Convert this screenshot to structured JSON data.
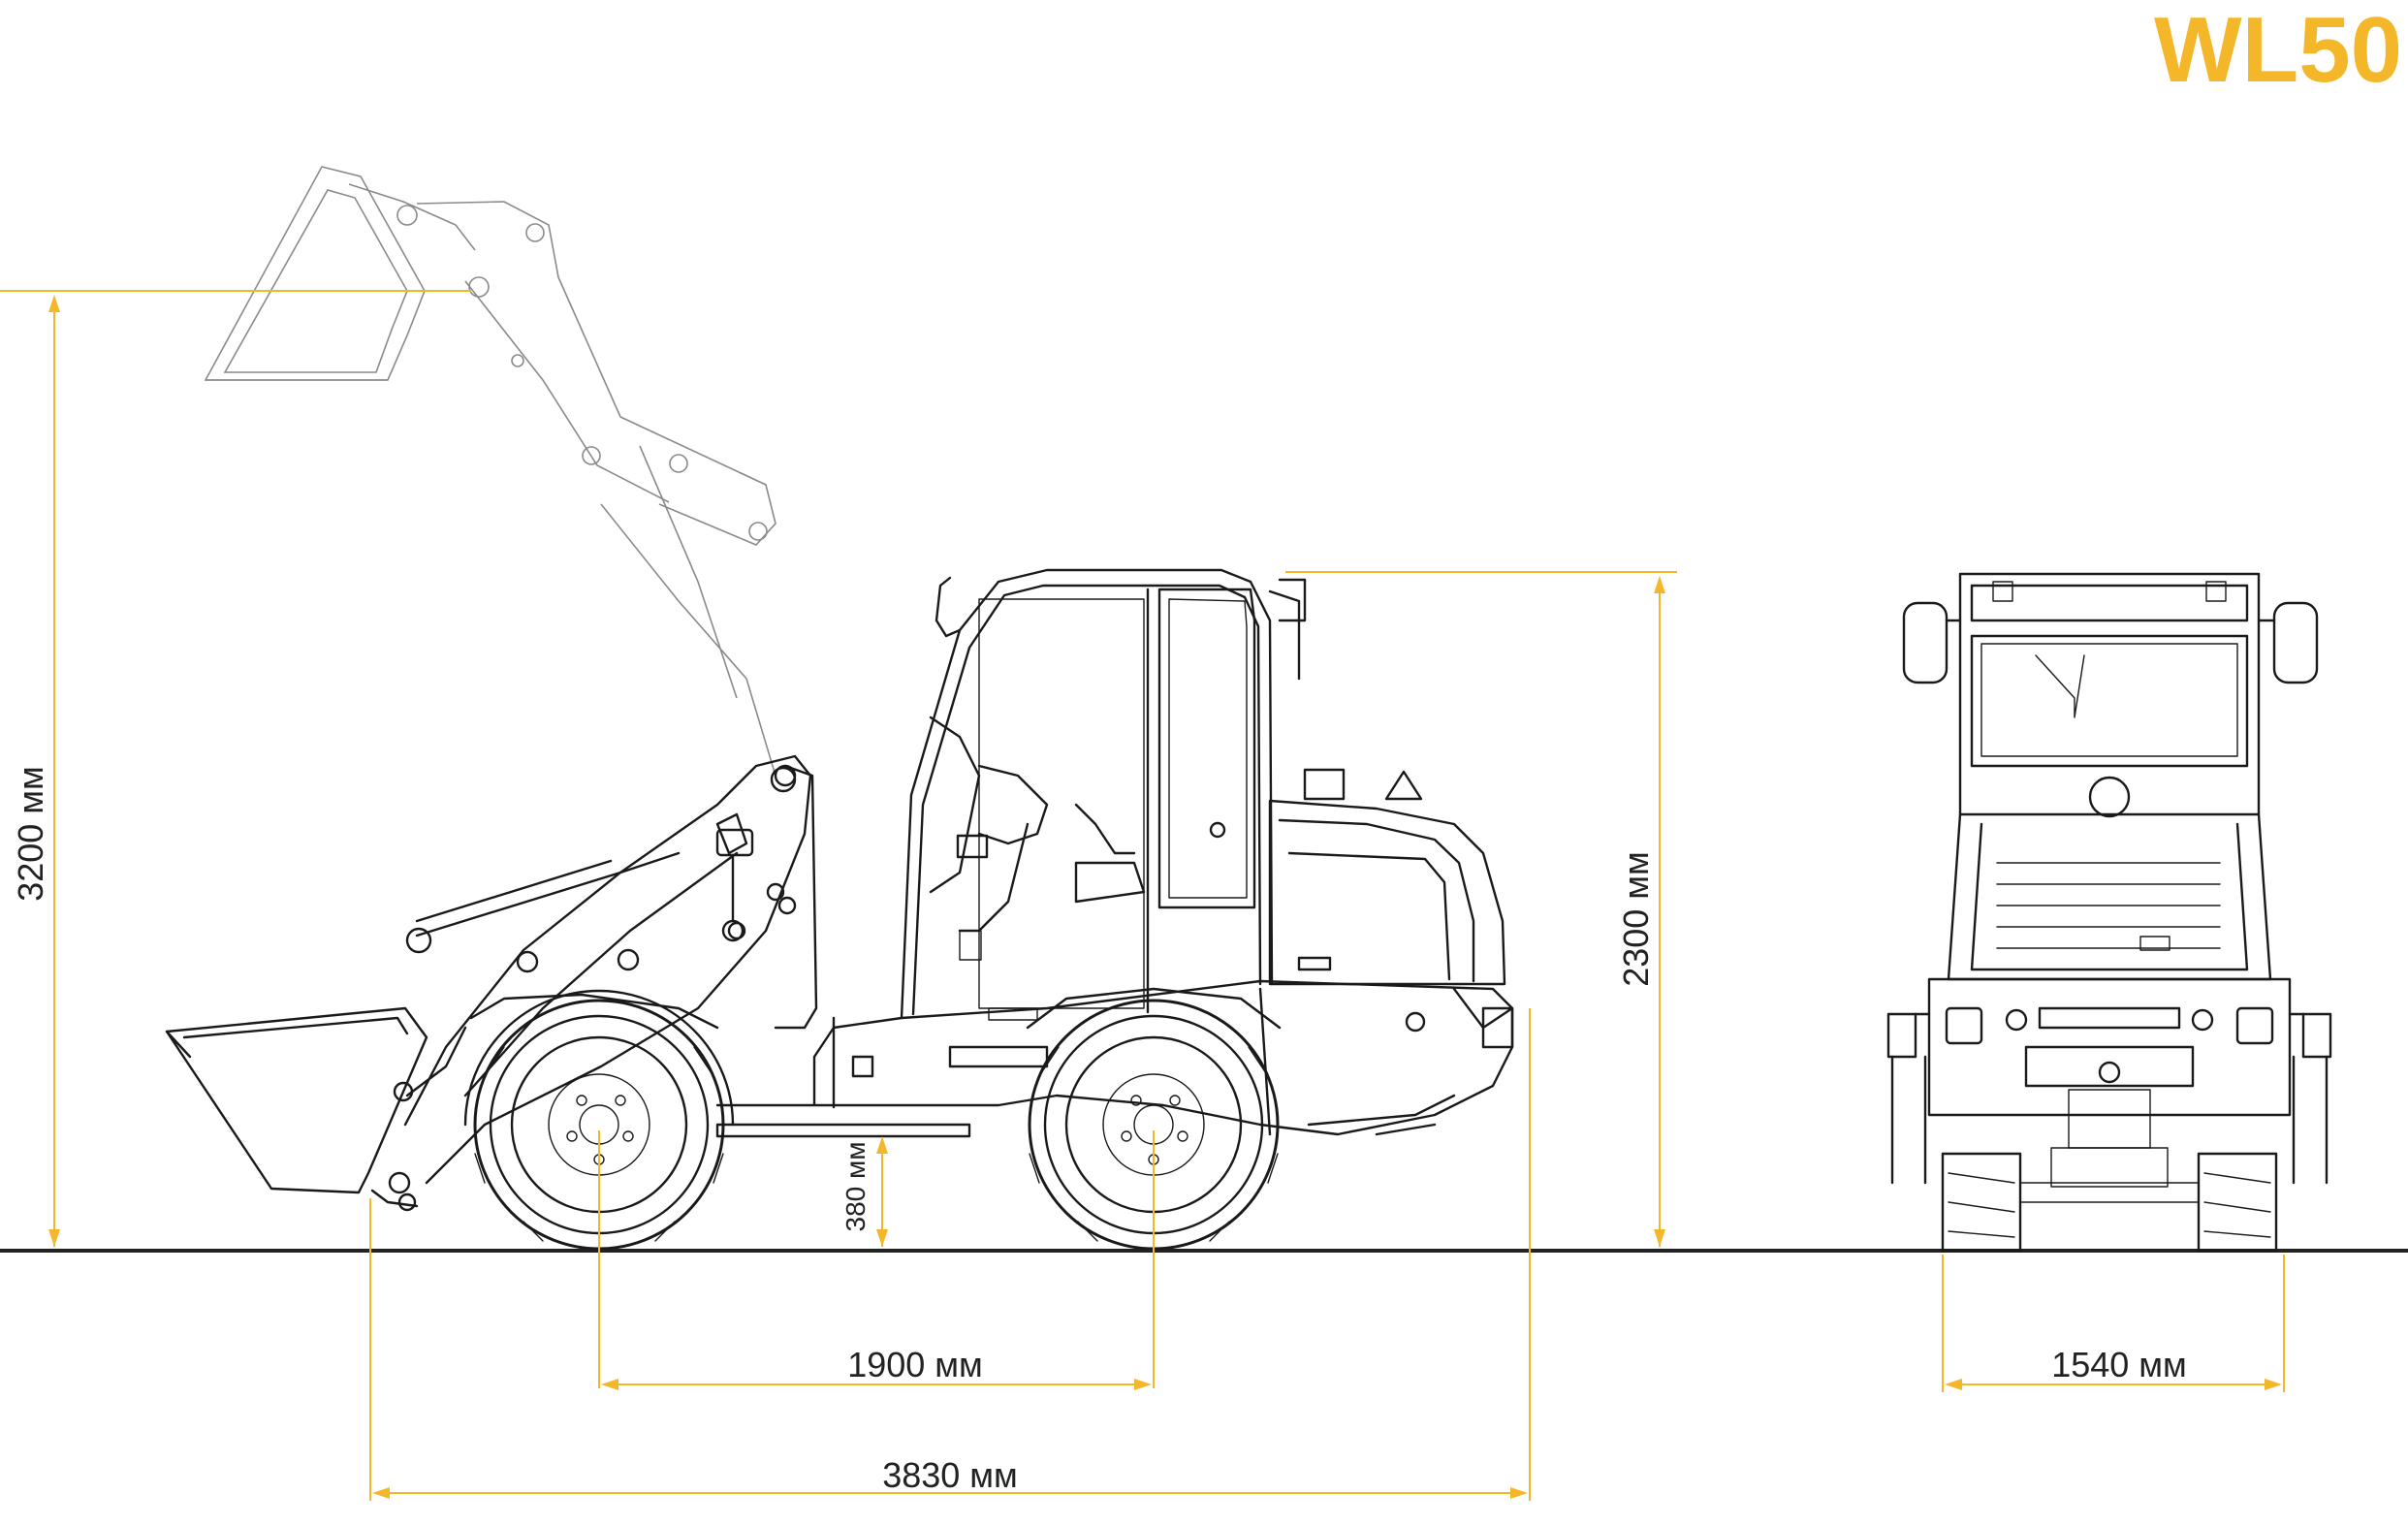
{
  "model": "WL50",
  "colors": {
    "accent": "#F5B72A",
    "line": "#1a1a1a",
    "ground": "#222222"
  },
  "dimensions": {
    "max_height": "3200 мм",
    "cab_height": "2300 мм",
    "ground_clearance": "380 мм",
    "wheelbase": "1900 мм",
    "overall_length": "3830 мм",
    "width": "1540 мм"
  }
}
